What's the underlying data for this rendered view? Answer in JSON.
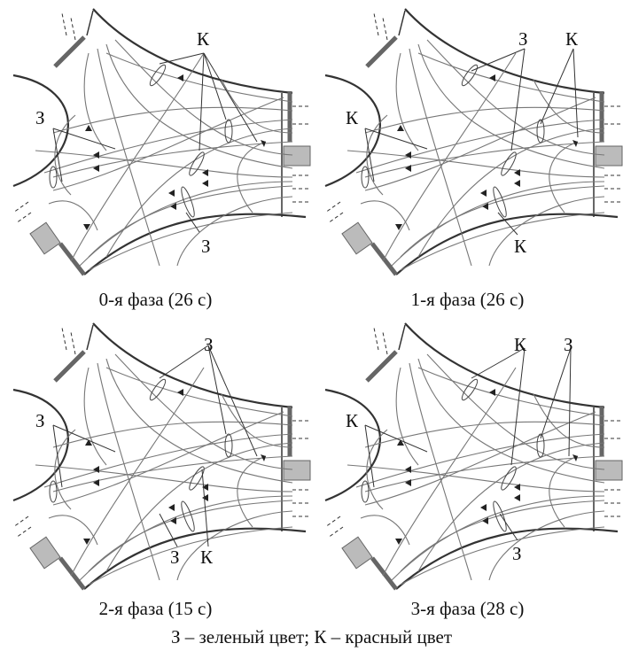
{
  "figure": {
    "legend": "З – зеленый цвет; К – красный цвет"
  },
  "panels": [
    {
      "caption": "0-я фаза (26 с)",
      "labels": {
        "top": "К",
        "left": "З",
        "bottom": "З"
      }
    },
    {
      "caption": "1-я фаза (26 с)",
      "labels": {
        "top_a": "З",
        "top_b": "К",
        "left": "К",
        "bottom": "К"
      }
    },
    {
      "caption": "2-я фаза (15 с)",
      "labels": {
        "top": "З",
        "left": "З",
        "bottom_a": "З",
        "bottom_b": "К"
      }
    },
    {
      "caption": "3-я фаза (28 с)",
      "labels": {
        "top_a": "К",
        "top_b": "З",
        "left": "К",
        "bottom": "З"
      }
    }
  ]
}
